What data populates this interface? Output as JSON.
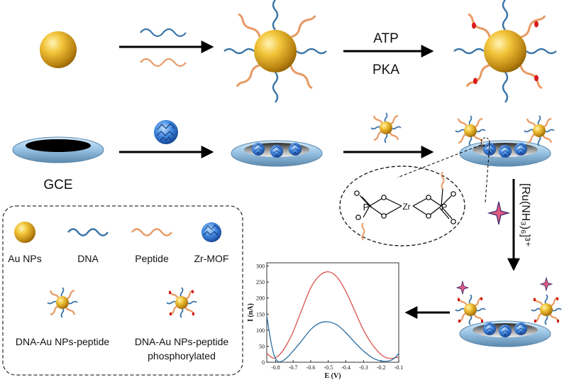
{
  "labels": {
    "atp": "ATP",
    "pka": "PKA",
    "gce": "GCE",
    "ru_complex": "[Ru(NH₃)₆]³⁺",
    "zr": "Zr"
  },
  "legend": {
    "au_nps": "Au NPs",
    "dna": "DNA",
    "peptide": "Peptide",
    "zr_mof": "Zr-MOF",
    "dna_au_peptide": "DNA-Au NPs-peptide",
    "dna_au_peptide_phos_line1": "DNA-Au NPs-peptide",
    "dna_au_peptide_phos_line2": "phosphorylated"
  },
  "colors": {
    "gold": "#d9a21c",
    "dna": "#3a74a8",
    "peptide": "#e89a64",
    "mof": "#2f6fd0",
    "electrode": "#9cc6e6",
    "red_curve": "#d9534f",
    "blue_curve": "#2c6da0"
  },
  "chart_data": {
    "type": "line",
    "xlabel": "E (V)",
    "ylabel": "I (nA)",
    "xlim": [
      -0.85,
      -0.1
    ],
    "ylim": [
      0,
      310
    ],
    "xticks": [
      -0.8,
      -0.7,
      -0.6,
      -0.5,
      -0.4,
      -0.3,
      -0.2,
      -0.1
    ],
    "yticks": [
      0,
      50,
      100,
      150,
      200,
      250,
      300
    ],
    "series": [
      {
        "color": "#d9534f",
        "x": [
          -0.85,
          -0.82,
          -0.8,
          -0.77,
          -0.74,
          -0.7,
          -0.65,
          -0.6,
          -0.55,
          -0.5,
          -0.45,
          -0.4,
          -0.35,
          -0.3,
          -0.25,
          -0.2,
          -0.17,
          -0.14,
          -0.1
        ],
        "y": [
          28,
          14,
          14,
          28,
          52,
          95,
          165,
          232,
          270,
          282,
          265,
          220,
          160,
          100,
          55,
          24,
          14,
          12,
          16
        ]
      },
      {
        "color": "#2c6da0",
        "x": [
          -0.85,
          -0.83,
          -0.81,
          -0.79,
          -0.77,
          -0.74,
          -0.7,
          -0.65,
          -0.6,
          -0.55,
          -0.5,
          -0.45,
          -0.4,
          -0.35,
          -0.3,
          -0.25,
          -0.2,
          -0.15,
          -0.12,
          -0.1
        ],
        "y": [
          145,
          75,
          25,
          4,
          2,
          12,
          35,
          68,
          102,
          122,
          126,
          116,
          92,
          62,
          35,
          14,
          4,
          5,
          15,
          28
        ]
      }
    ]
  }
}
